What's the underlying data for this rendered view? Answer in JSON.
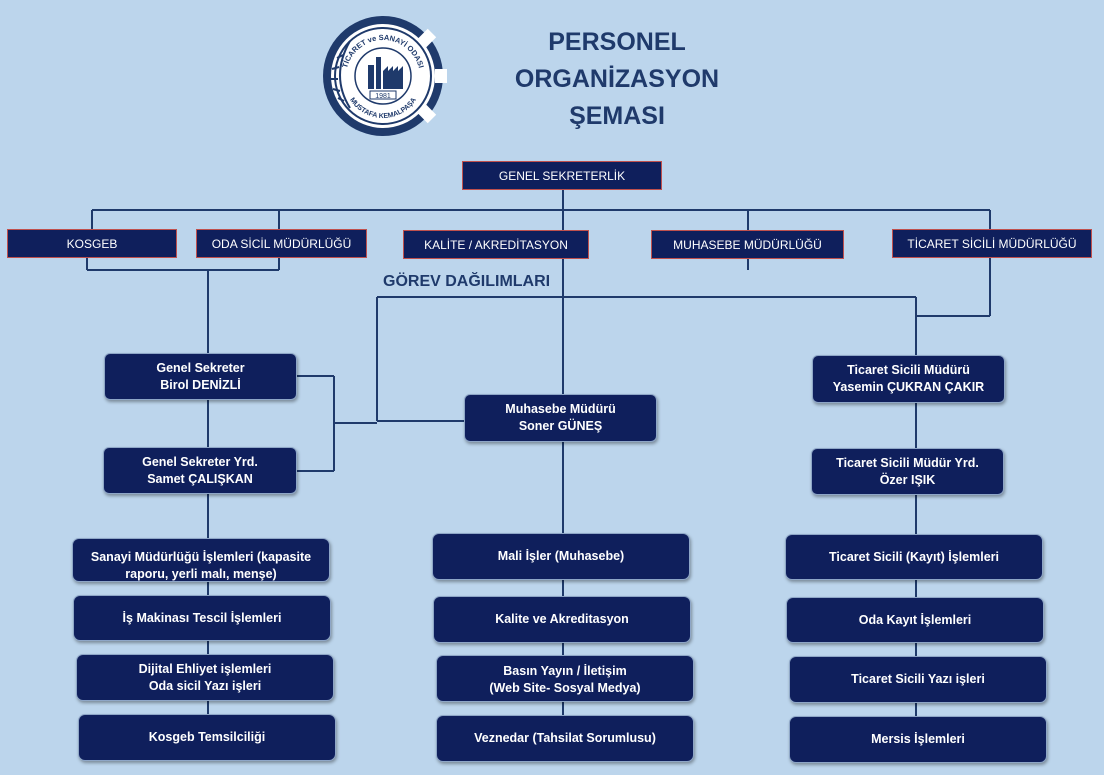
{
  "title": {
    "line1": "PERSONEL",
    "line2": "ORGANİZASYON",
    "line3": "ŞEMASI"
  },
  "logo": {
    "text_top": "TİCARET ve SANAYİ ODASI",
    "text_bottom": "MUSTAFA KEMALPAŞA",
    "year": "1981"
  },
  "colors": {
    "background": "#bcd5ec",
    "box": "#0f1f5c",
    "line": "#1f3a6b",
    "title": "#1f3a6b",
    "header_border": "#c0504d"
  },
  "top": {
    "genel_sekreterlik": "GENEL SEKRETERLİK"
  },
  "departments": {
    "kosgeb": "KOSGEB",
    "oda_sicil": "ODA SİCİL MÜDÜRLÜĞÜ",
    "kalite": "KALİTE / AKREDİTASYON",
    "muhasebe": "MUHASEBE MÜDÜRLÜĞÜ",
    "ticaret_sicili": "TİCARET SİCİLİ MÜDÜRLÜĞÜ"
  },
  "gorev_label": "GÖREV DAĞILIMLARI",
  "people": {
    "genel_sekreter": {
      "title": "Genel Sekreter",
      "name": "Birol DENİZLİ"
    },
    "genel_sekreter_yrd": {
      "title": "Genel Sekreter Yrd.",
      "name": "Samet ÇALIŞKAN"
    },
    "muhasebe_muduru": {
      "title": "Muhasebe Müdürü",
      "name": "Soner  GÜNEŞ"
    },
    "ticaret_sicili_muduru": {
      "title": "Ticaret Sicili Müdürü",
      "name": "Yasemin ÇUKRAN ÇAKIR"
    },
    "ticaret_sicili_yrd": {
      "title": "Ticaret Sicili Müdür Yrd.",
      "name": "Özer IŞIK"
    }
  },
  "tasks_left": [
    {
      "line1": "Sanayi Müdürlüğü İşlemleri (kapasite",
      "line2": "raporu, yerli malı, menşe)"
    },
    {
      "line1": "İş Makinası Tescil İşlemleri",
      "line2": ""
    },
    {
      "line1": "Dijital Ehliyet işlemleri",
      "line2": "Oda sicil  Yazı işleri"
    },
    {
      "line1": "Kosgeb Temsilciliği",
      "line2": ""
    }
  ],
  "tasks_middle": [
    {
      "line1": "Mali İşler (Muhasebe)",
      "line2": ""
    },
    {
      "line1": "Kalite ve Akreditasyon",
      "line2": ""
    },
    {
      "line1": "Basın Yayın / İletişim",
      "line2": "(Web Site- Sosyal Medya)"
    },
    {
      "line1": "Veznedar (Tahsilat Sorumlusu)",
      "line2": ""
    }
  ],
  "tasks_right": [
    {
      "line1": "Ticaret Sicili (Kayıt) İşlemleri",
      "line2": ""
    },
    {
      "line1": "Oda Kayıt İşlemleri",
      "line2": ""
    },
    {
      "line1": "Ticaret Sicili Yazı işleri",
      "line2": ""
    },
    {
      "line1": "Mersis İşlemleri",
      "line2": ""
    }
  ]
}
